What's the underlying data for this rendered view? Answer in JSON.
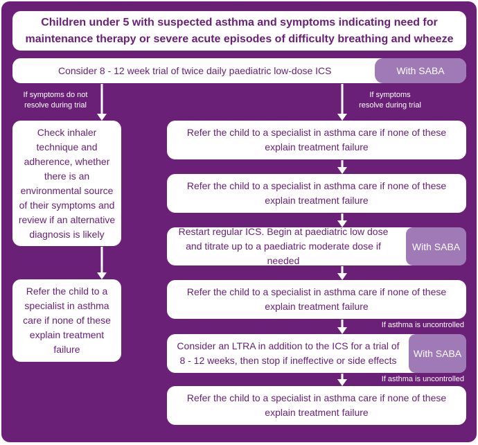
{
  "colors": {
    "background": "#6b2078",
    "box": "#ffffff",
    "text": "#6b2078",
    "saba_tag": "#a07ab6"
  },
  "title": "Children under 5 with suspected asthma and symptoms indicating need for maintenance therapy or severe acute episodes of difficulty breathing and wheeze",
  "trial": {
    "text": "Consider 8 - 12 week trial of twice daily paediatric low-dose ICS",
    "tag": "With SABA"
  },
  "left_branch": {
    "condition": "If symptoms do not resolve during trial",
    "check": "Check inhaler technique and adherence, whether there is an environmental source of their symptoms and review if an alternative diagnosis is likely",
    "refer": "Refer the child to a specialist in asthma care if none of these explain treatment failure"
  },
  "right_branch": {
    "condition": "If symptoms resolve during trial",
    "refer_1": "Refer the child to a specialist in asthma care if none of these explain treatment failure",
    "refer_2": "Refer the child to a specialist in asthma care if none of these explain treatment failure",
    "restart": "Restart regular ICS. Begin at paediatric low dose and titrate up to a paediatric moderate dose if needed",
    "restart_tag": "With SABA",
    "refer_3": "Refer the child to a specialist in asthma care if none of these explain treatment failure",
    "uncontrolled_1": "If asthma is uncontrolled",
    "ltra": "Consider an LTRA in addition to the ICS for a trial of 8 - 12 weeks, then stop if ineffective or side effects",
    "ltra_tag": "With SABA",
    "uncontrolled_2": "If asthma is uncontrolled",
    "refer_4": "Refer the child to a specialist in asthma care if none of these explain treatment failure"
  }
}
